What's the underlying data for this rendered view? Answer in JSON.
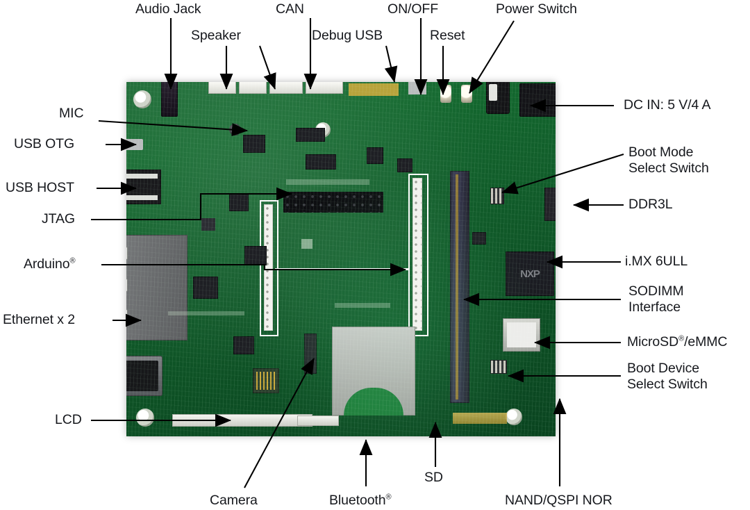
{
  "figure": {
    "subject": "i.MX 6ULL evaluation board photo with callout labels",
    "board_silk": "NXP"
  },
  "labels": {
    "top": [
      {
        "id": "audio-jack",
        "text": "Audio Jack"
      },
      {
        "id": "speaker",
        "text": "Speaker"
      },
      {
        "id": "can",
        "text": "CAN"
      },
      {
        "id": "debug-usb",
        "text": "Debug USB"
      },
      {
        "id": "on-off",
        "text": "ON/OFF"
      },
      {
        "id": "reset",
        "text": "Reset"
      },
      {
        "id": "power-switch",
        "text": "Power Switch"
      }
    ],
    "left": [
      {
        "id": "mic",
        "text": "MIC"
      },
      {
        "id": "usb-otg",
        "text": "USB OTG"
      },
      {
        "id": "usb-host",
        "text": "USB HOST"
      },
      {
        "id": "jtag",
        "text": "JTAG"
      },
      {
        "id": "arduino",
        "text": "Arduino",
        "sup": "®"
      },
      {
        "id": "ethernet",
        "text": "Ethernet x 2"
      },
      {
        "id": "lcd",
        "text": "LCD"
      }
    ],
    "right": [
      {
        "id": "dc-in",
        "text": "DC IN: 5 V/4 A"
      },
      {
        "id": "boot-mode-select-switch",
        "line1": "Boot Mode",
        "line2": "Select Switch"
      },
      {
        "id": "ddr3l",
        "text": "DDR3L"
      },
      {
        "id": "imx6ull",
        "text": "i.MX 6ULL"
      },
      {
        "id": "sodimm-interface",
        "line1": "SODIMM",
        "line2": "Interface"
      },
      {
        "id": "microsd-emmc",
        "pre": "MicroSD",
        "sup": "®",
        "post": "/eMMC"
      },
      {
        "id": "boot-device-select-switch",
        "line1": "Boot Device",
        "line2": "Select Switch"
      }
    ],
    "bottom": [
      {
        "id": "camera",
        "text": "Camera"
      },
      {
        "id": "bluetooth",
        "text": "Bluetooth",
        "sup": "®"
      },
      {
        "id": "sd",
        "text": "SD"
      },
      {
        "id": "nand-qspi-nor",
        "text": "NAND/QSPI NOR"
      }
    ]
  },
  "colors": {
    "pcb_green": "#115c2a",
    "label_text": "#16181d",
    "leader_line": "#000000",
    "highlight_box": "#ffffff"
  }
}
